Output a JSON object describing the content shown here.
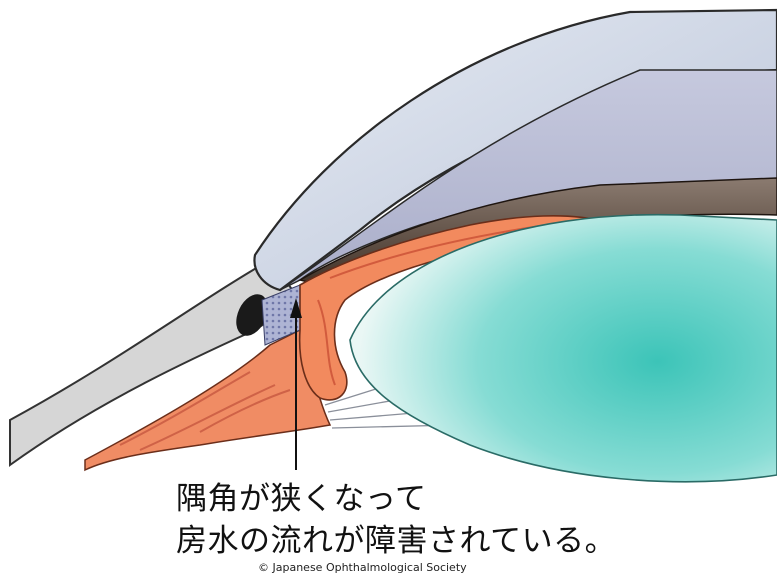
{
  "diagram": {
    "caption_line1": "隅角が狭くなって",
    "caption_line2": "房水の流れが障害されている。",
    "copyright": "© Japanese Ophthalmological Society"
  },
  "colors": {
    "cornea": "#c9d3e4",
    "sclera": "#d8d8d8",
    "lens": "#7fd9d0",
    "iris": "#f28a5e",
    "iris_pigment": "#5a4638",
    "trabecular": "#9aa3c8"
  }
}
